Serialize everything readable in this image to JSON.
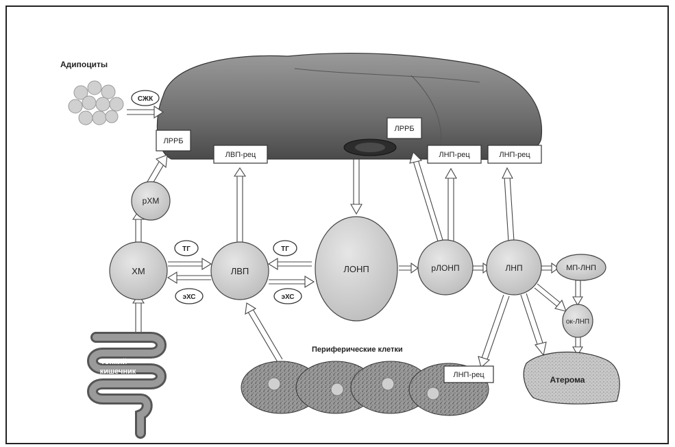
{
  "labels": {
    "adipocytes": "Адипоциты",
    "ffa": "СЖК",
    "lrrb_left": "ЛРРБ",
    "lrrb_right": "ЛРРБ",
    "idl_receptor": "ЛВП-рец",
    "ldl_receptor_1": "ЛНП-рец",
    "ldl_receptor_2": "ЛНП-рец",
    "ldl_receptor_periph": "ЛНП-рец",
    "rchm": "рХМ",
    "chm": "ХМ",
    "hdl": "ЛВП",
    "vldl": "ЛОНП",
    "rvldl": "рЛОНП",
    "ldl": "ЛНП",
    "mp_ldl": "МП-ЛНП",
    "ox_ldl": "ок-ЛНП",
    "tg_1": "ТГ",
    "tg_2": "ТГ",
    "ech_1": "эХС",
    "ech_2": "эХС",
    "small_intestine_line1": "Тонкий",
    "small_intestine_line2": "кишечник",
    "peripheral_cells": "Периферические клетки",
    "atheroma": "Атерома"
  },
  "colors": {
    "node_fill": "#d2d2d2",
    "liver_fill": "#8a8a8a",
    "cell_fill": "#8c8c8c",
    "stroke": "#333333"
  }
}
